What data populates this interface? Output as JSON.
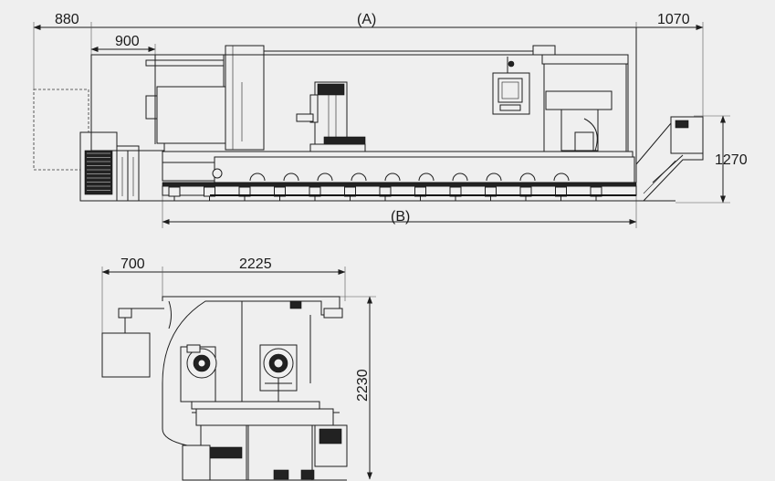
{
  "colors": {
    "background": "#efefef",
    "line": "#1e1e1e"
  },
  "side_view": {
    "dim_left_overhang": "880",
    "dim_overall": "(A)",
    "dim_right_overhang": "1070",
    "dim_headstock": "900",
    "dim_chip_height": "1270",
    "dim_bed": "(B)",
    "bed_supports": 13
  },
  "end_view": {
    "dim_tank_width": "700",
    "dim_machine_width": "2225",
    "dim_machine_height": "2230"
  }
}
